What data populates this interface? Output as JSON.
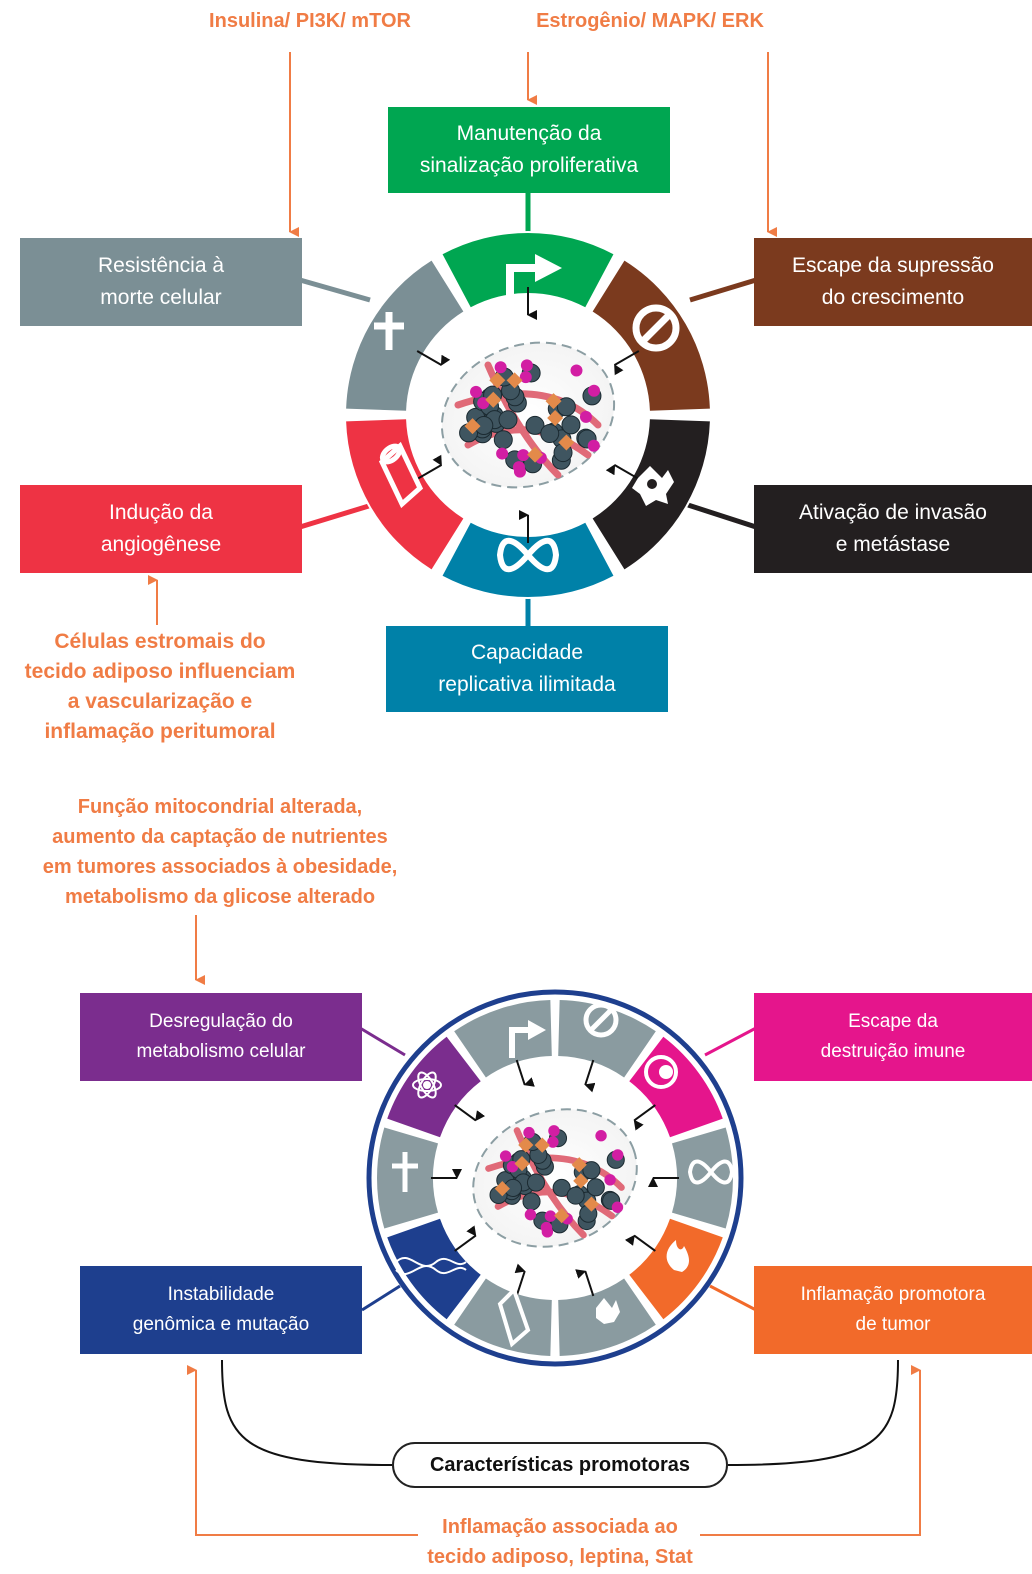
{
  "top_inputs": {
    "insulin": "Insulina/ PI3K/ mTOR",
    "estrogen": "Estrogênio/ MAPK/ ERK",
    "stromal": [
      "Células estromais do",
      "tecido adiposo influenciam",
      "a vascularização e",
      "inflamação peritumoral"
    ]
  },
  "hallmarks": {
    "proliferative": [
      "Manutenção da",
      "sinalização proliferativa"
    ],
    "cell_death": [
      "Resistência à",
      "morte celular"
    ],
    "growth_suppression": [
      "Escape da supressão",
      "do crescimento"
    ],
    "angiogenesis": [
      "Indução da",
      "angiogênese"
    ],
    "invasion": [
      "Ativação de invasão",
      "e metástase"
    ],
    "replicative": [
      "Capacidade",
      "replicativa ilimitada"
    ]
  },
  "bottom_inputs": {
    "metabolism_note": [
      "Função mitocondrial alterada,",
      "aumento da captação de nutrientes",
      "em tumores associados à obesidade,",
      "metabolismo da glicose alterado"
    ],
    "inflammation_note": [
      "Inflamação associada ao",
      "tecido adiposo, leptina, Stat"
    ]
  },
  "emerging": {
    "metabolism": [
      "Desregulação do",
      "metabolismo celular"
    ],
    "immune": [
      "Escape da",
      "destruição imune"
    ],
    "genomic": [
      "Instabilidade",
      "genômica e mutação"
    ],
    "inflammation": [
      "Inflamação promotora",
      "de tumor"
    ]
  },
  "enabling_label": "Características promotoras",
  "colors": {
    "orange_text": "#f07c45",
    "green": "#00a651",
    "gray": "#7b8f95",
    "brown": "#7b3a1e",
    "red": "#ee3344",
    "black": "#231f20",
    "teal": "#0081a8",
    "purple": "#7b2d8e",
    "magenta": "#e5158c",
    "navy": "#1e3f8e",
    "orange": "#f26a2a",
    "ring_gray": "#8a9ba0",
    "ring_border": "#1e3f8e"
  }
}
